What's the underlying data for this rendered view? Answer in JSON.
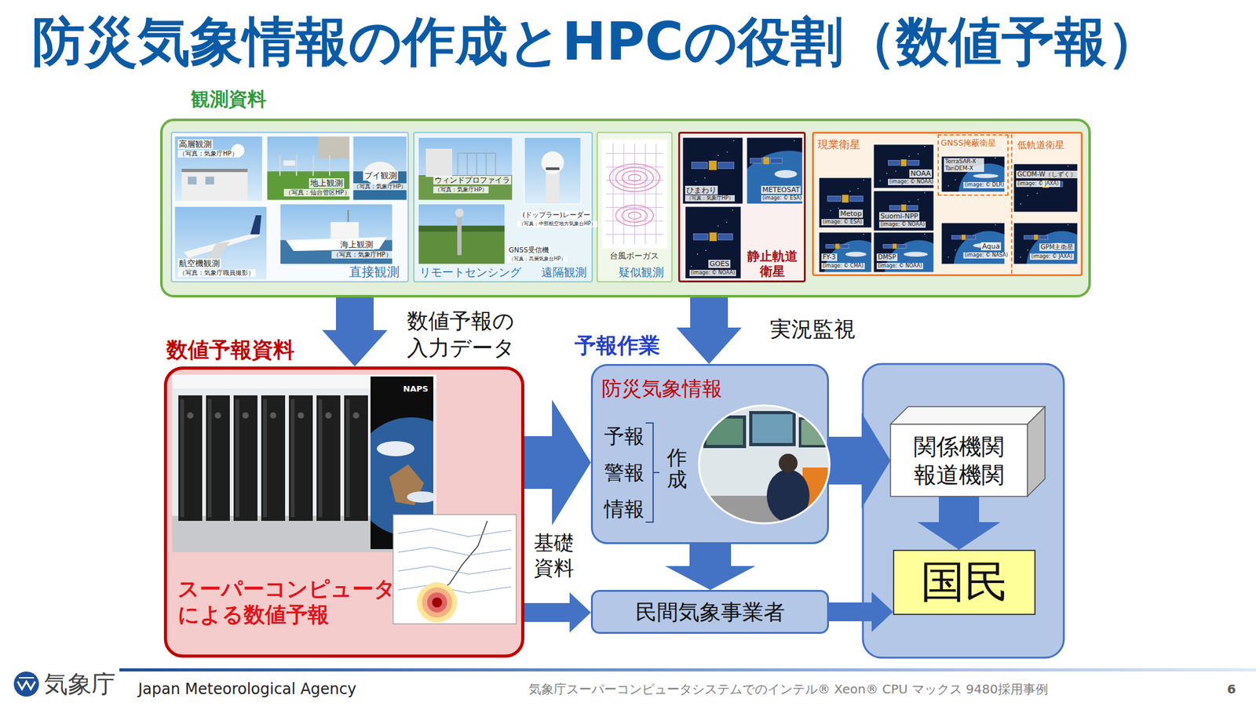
{
  "diagram": {
    "title": "防災気象情報の作成とHPCの役割（数値予報）",
    "nodes": [
      {
        "text": [
          "観測資料"
        ]
      },
      {
        "text": [
          "直接観測"
        ],
        "in": 0
      },
      {
        "text": [
          "リモートセンシング",
          "遠隔観測"
        ],
        "in": 0
      },
      {
        "text": [
          "台風ボーガス",
          "疑似観測"
        ],
        "in": 0
      },
      {
        "text": [
          "静止軌道 衛星"
        ],
        "in": 0
      },
      {
        "text": [
          "現業衛星"
        ],
        "in": 0
      },
      {
        "text": [
          "GNSS掩蔽衛星"
        ],
        "in": 5
      },
      {
        "text": [
          "低軌道衛星"
        ],
        "in": 5
      },
      {
        "text": [
          "数値予報資料",
          "スーパーコンピュータ による数値予報"
        ]
      },
      {
        "text": [
          "予報作業",
          "防災気象情報",
          "予報",
          "警報",
          "情報",
          "作成"
        ]
      },
      {
        "text": [
          "民間気象事業者"
        ]
      },
      {
        "text": [
          "関係機関 報道機関"
        ]
      },
      {
        "text": [
          "国民"
        ]
      }
    ],
    "edges": [
      {
        "from": 0,
        "to": 8,
        "arrow": "to",
        "label": "数値予報の 入力データ"
      },
      {
        "from": 0,
        "to": 9,
        "arrow": "to",
        "label": "実況監視"
      },
      {
        "from": 8,
        "to": 9,
        "arrow": "to",
        "label": "基礎 資料"
      },
      {
        "from": 8,
        "to": 10,
        "arrow": "to"
      },
      {
        "from": 9,
        "to": 10,
        "arrow": "to"
      },
      {
        "from": 9,
        "to": 11,
        "arrow": "to"
      },
      {
        "from": 10,
        "to": 12,
        "arrow": "to"
      },
      {
        "from": 11,
        "to": 12,
        "arrow": "to"
      }
    ],
    "labels": [
      "高層観測",
      "（写真：気象庁HP）",
      "地上観測",
      "（写真：仙台管区HP）",
      "ブイ観測",
      "（写真：気象庁HP）",
      "航空機観測",
      "（写真：気象庁職員撮影）",
      "海上観測",
      "（写真：気象庁HP）",
      "ウィンドプロファイラ",
      "（写真：気象庁HP）",
      "(ドップラー)レーダー",
      "（写真：中部航空地方気象台HP）",
      "GNSS受信機",
      "（写真：高層気象台HP）",
      "ひまわり",
      "（写真：気象庁HP）",
      "METEOSAT",
      "(image: © ESA)",
      "GOES",
      "(image: © NOAA)",
      "NOAA",
      "(image: © NOAA)",
      "Metop",
      "(image: © ESA)",
      "Suomi-NPP",
      "(image: © NOAA)",
      "FY-3",
      "(image: © CMA)",
      "DMSP",
      "(image: © NOAA)",
      "TerraSAR-X TanDEM-X",
      "(image: © DLR)",
      "Aqua",
      "(image: © NASA)",
      "GCOM-W（しずく）",
      "(image: © JAXA)",
      "GPM主衛星",
      "(image: © JAXA)",
      "NAPS",
      "気象庁",
      "Japan Meteorological Agency",
      "気象庁スーパーコンピュータシステムでのインテル® Xeon® CPU マックス 9480採用事例",
      "6"
    ]
  }
}
